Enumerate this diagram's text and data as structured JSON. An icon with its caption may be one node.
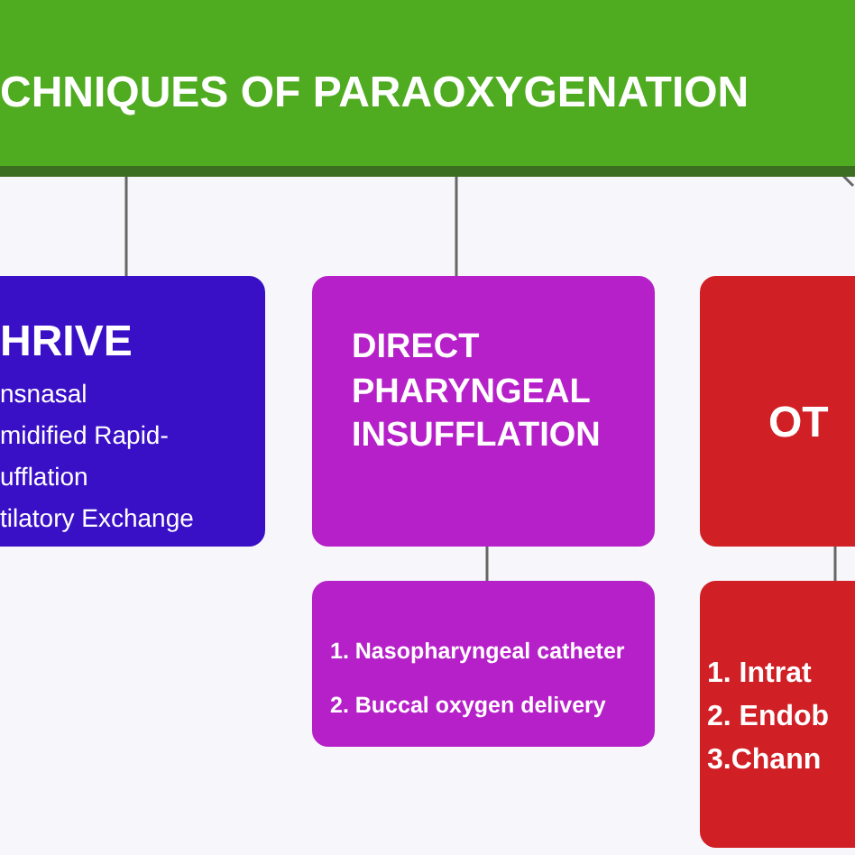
{
  "diagram": {
    "nodes": [
      {
        "text": [
          "CHNIQUES OF PARAOXYGENATION"
        ]
      },
      {
        "text": [
          "HRIVE",
          "nsnasal",
          "midified Rapid-",
          "ufflation",
          "tilatory Exchange"
        ]
      },
      {
        "text": [
          "DIRECT PHARYNGEAL INSUFFLATION"
        ]
      },
      {
        "text": [
          "1. Nasopharyngeal catheter",
          "2. Buccal oxygen delivery"
        ]
      },
      {
        "text": [
          "OT"
        ]
      },
      {
        "text": [
          "1. Intrat",
          "2. Endob",
          "3.Chann"
        ]
      }
    ],
    "edges": [
      {
        "from": 0,
        "to": 1,
        "arrow": "none"
      },
      {
        "from": 0,
        "to": 2,
        "arrow": "none"
      },
      {
        "from": 0,
        "to": null,
        "arrow": "none"
      },
      {
        "from": 2,
        "to": 3,
        "arrow": "none"
      },
      {
        "from": 4,
        "to": 5,
        "arrow": "none"
      }
    ]
  }
}
